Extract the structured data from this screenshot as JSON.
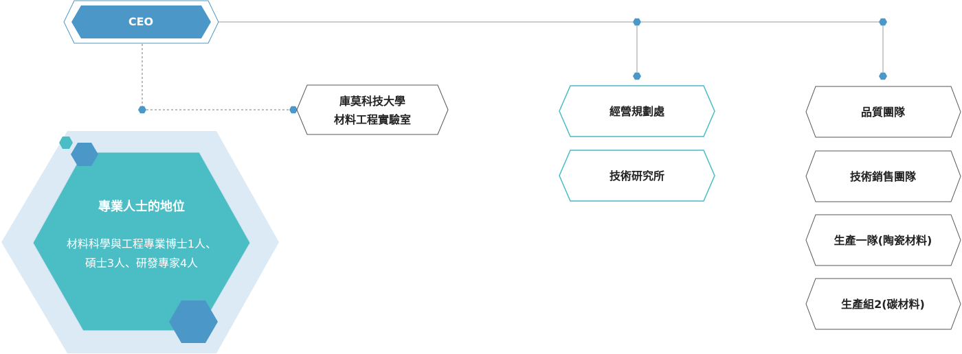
{
  "colors": {
    "ceo_fill": "#4b97c7",
    "ceo_outline": "#4b97c7",
    "teal": "#4bbdc4",
    "teal_outline": "#47bcc4",
    "blue_dot": "#4b97c7",
    "light_blue_bg": "#dceaf5",
    "gray_outline": "#555555",
    "line": "#9a9a9a",
    "text_dark": "#222222"
  },
  "ceo": {
    "label": "CEO"
  },
  "lab": {
    "line1": "庫莫科技大學",
    "line2": "材料工程實驗室"
  },
  "column_teal": {
    "items": [
      {
        "label": "經營規劃處"
      },
      {
        "label": "技術研究所"
      }
    ]
  },
  "column_gray": {
    "items": [
      {
        "label": "品質團隊"
      },
      {
        "label": "技術銷售團隊"
      },
      {
        "label": "生產一隊(陶瓷材料)"
      },
      {
        "label": "生產組2(碳材料)"
      }
    ]
  },
  "info": {
    "title": "專業人士的地位",
    "line1": "材料科學與工程專業博士1人、",
    "line2": "碩士3人、研發專家4人"
  }
}
